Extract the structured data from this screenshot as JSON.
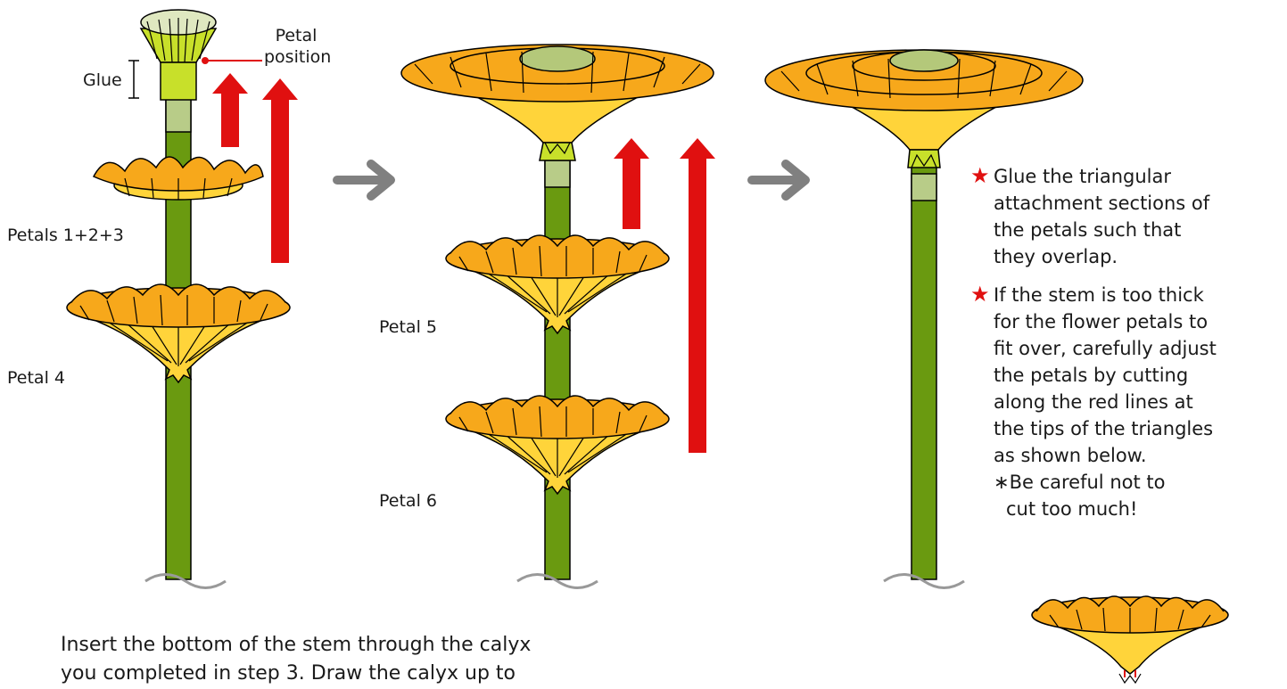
{
  "labels": {
    "glue": "Glue",
    "petal_position_line1": "Petal",
    "petal_position_line2": "position",
    "petals_123": "Petals 1+2+3",
    "petal4": "Petal 4",
    "petal5": "Petal 5",
    "petal6": "Petal 6"
  },
  "instruction": {
    "line1": "Insert the bottom of the stem through the calyx",
    "line2": "you completed in step 3. Draw the calyx up to"
  },
  "notes": {
    "note1": [
      "Glue the triangular",
      "attachment sections of",
      "the petals such that",
      "they overlap."
    ],
    "note2": [
      "If the stem is too thick",
      "for the flower petals to",
      "fit over, carefully adjust",
      "the petals by cutting",
      "along the red lines at",
      "the tips of the triangles",
      "as shown below."
    ],
    "caution": [
      "∗Be careful not to",
      "cut too much!"
    ],
    "star": "★"
  },
  "colors": {
    "petal_orange": "#f7a81b",
    "petal_yellow": "#ffd43a",
    "stem_green": "#6a9a10",
    "glue_lime": "#c8e02a",
    "arrow_red": "#e01010",
    "arrow_gray": "#808080",
    "outline": "#000000"
  },
  "icons": [
    "right-arrow-icon",
    "up-arrow-icon",
    "star-icon"
  ]
}
